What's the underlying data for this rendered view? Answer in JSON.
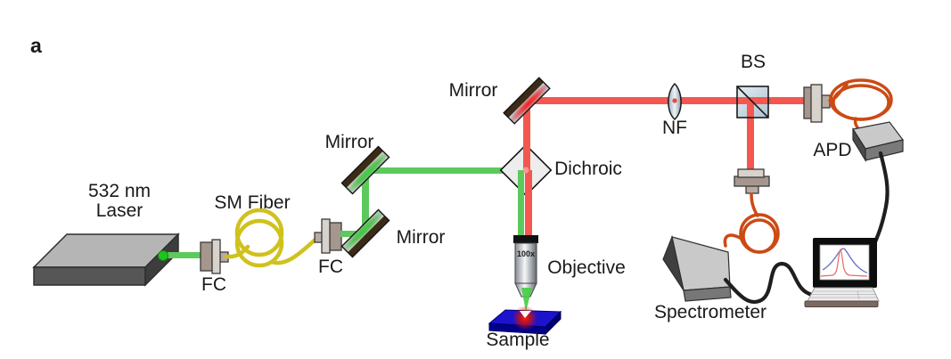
{
  "figure": {
    "type": "optical-setup-diagram",
    "background": "#ffffff"
  },
  "labels": {
    "panel": "a",
    "laser_line1": "532 nm",
    "laser_line2": "Laser",
    "fc1": "FC",
    "sm_fiber": "SM Fiber",
    "fc2": "FC",
    "mirror_upper": "Mirror",
    "mirror_lower": "Mirror",
    "mirror_top": "Mirror",
    "dichroic": "Dichroic",
    "nf": "NF",
    "bs": "BS",
    "apd": "APD",
    "spectrometer": "Spectrometer",
    "objective": "Objective",
    "objective_mag": "100x",
    "sample": "Sample"
  },
  "colors": {
    "green_beam": "#5dc95d",
    "red_beam": "#f3574f",
    "yellow_fiber": "#d0c11c",
    "orange_fiber": "#cc4a14",
    "black_cable": "#1f1f1f",
    "mirror_back_brown": "#3b2a16",
    "mirror_glow_green": "#35d435",
    "mirror_glow_red": "#ff1515",
    "dichroic_fill": "#ededed",
    "bs_cube_blue": "#c3d4e0",
    "sample_blue": "#1c13cd",
    "sample_glow_red": "#ff2200",
    "box_gray_top": "#c0c0c0",
    "box_gray_front": "#565656",
    "laptop_curve_blue": "#6b74c9",
    "laptop_curve_red": "#e36a66"
  },
  "laptop_screen": {
    "content": "spectrum plot with one broad blue peak and one narrow red peak"
  }
}
